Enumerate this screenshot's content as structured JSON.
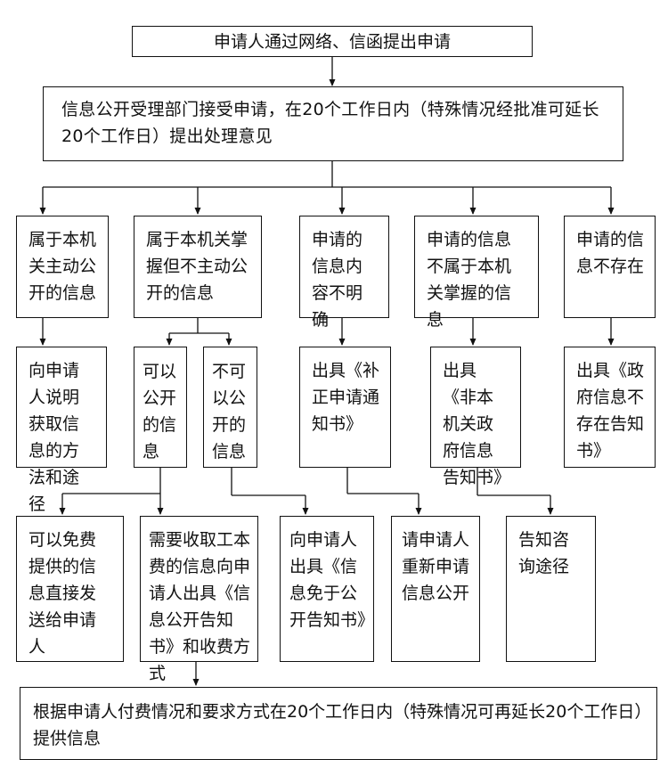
{
  "flow": {
    "start": "申请人通过网络、信函提出申请",
    "accept": "信息公开受理部门接受申请，在20个工作日内（特殊情况经批准可延长20个工作日）提出处理意见",
    "categories": [
      "属于本机关主动公开的信息",
      "属于本机关掌握但不主动公开的信息",
      "申请的信息内容不明确",
      "申请的信息不属于本机关掌握的信息",
      "申请的信息不存在"
    ],
    "responses": {
      "method": "向申请人说明获取信息的方法和途径",
      "can_open": "可以公开的信息",
      "cannot_open": "不可以公开的信息",
      "supplement": "出具《补正申请通知书》",
      "not_held": "出具《非本机关政府信息告知书》",
      "not_exist": "出具《政府信息不存在告知书》"
    },
    "outcomes": {
      "free": "可以免费提供的信息直接发送给申请人",
      "fee": "需要收取工本费的信息向申请人出具《信息公开告知书》和收费方式",
      "exempt": "向申请人出具《信息免于公开告知书》",
      "reapply": "请申请人重新申请信息公开",
      "consult": "告知咨询途径"
    },
    "final": "根据申请人付费情况和要求方式在20个工作日内（特殊情况可再延长20个工作日）提供信息"
  }
}
